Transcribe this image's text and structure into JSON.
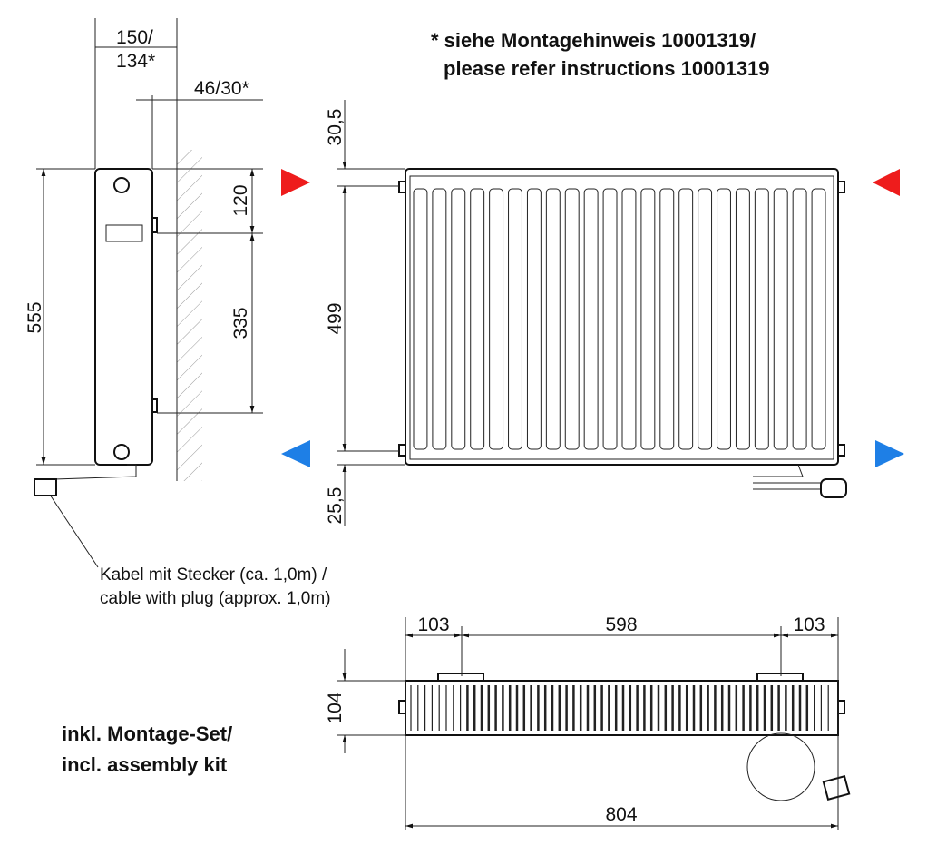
{
  "notes": {
    "instructions_de": "* siehe Montagehinweis 10001319/",
    "instructions_en": "please refer instructions 10001319",
    "kit_de": "inkl. Montage-Set/",
    "kit_en": "incl. assembly kit",
    "cable_de": "Kabel mit Stecker (ca. 1,0m) /",
    "cable_en": "cable with plug (approx. 1,0m)"
  },
  "dimensions": {
    "depth_a": "150/",
    "depth_b": "134*",
    "wall_distance": "46/30*",
    "height_total": "555",
    "top_to_bracket": "120",
    "bracket_spacing": "335",
    "top_offset": "30,5",
    "fin_height": "499",
    "bottom_offset": "25,5",
    "side_left": "103",
    "bracket_center": "598",
    "side_right": "103",
    "top_depth": "104",
    "total_width": "804"
  },
  "colors": {
    "hot": "#ee1c1c",
    "cold": "#1e7fe6"
  },
  "fin_count": 22
}
